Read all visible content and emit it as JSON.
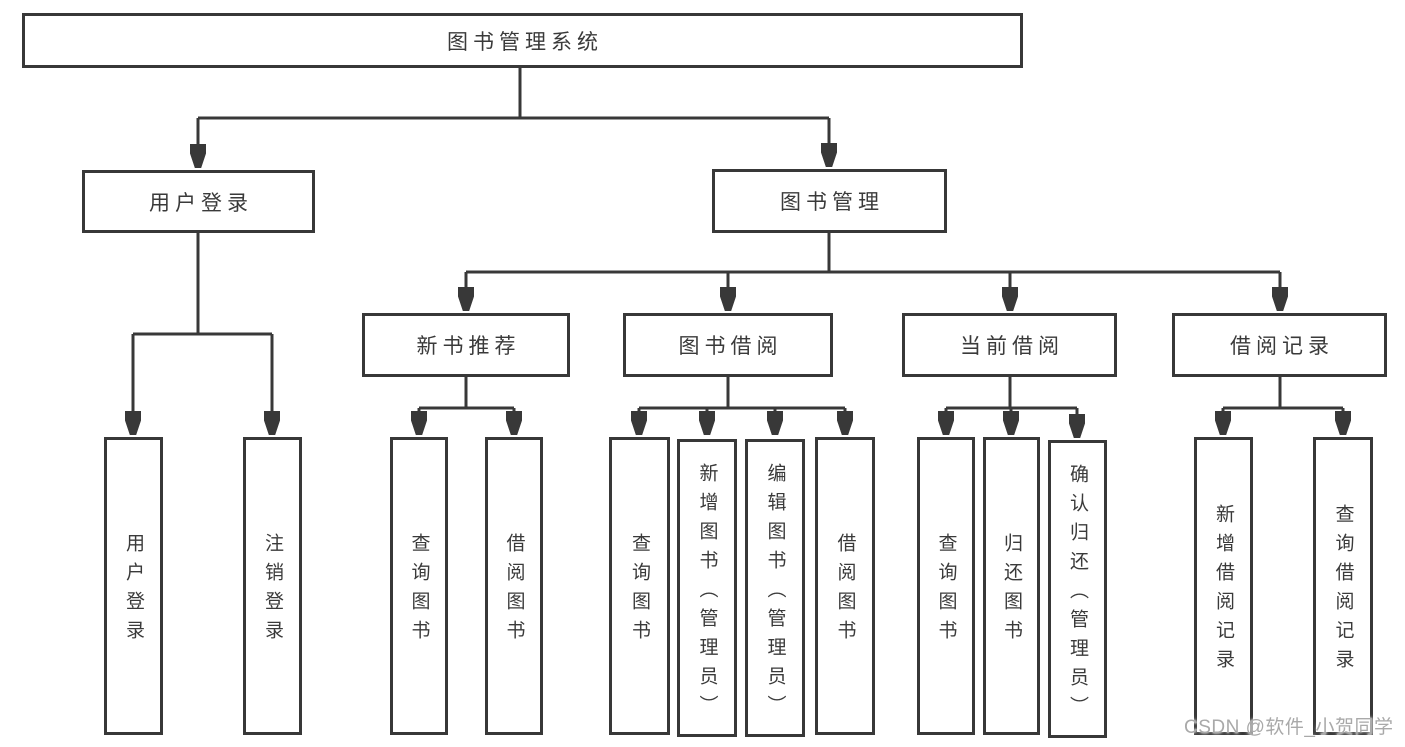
{
  "palette": {
    "background": "#ffffff",
    "line_color": "#383838",
    "box_border_color": "#383838",
    "box_fill_color": "#ffffff",
    "text_color": "#3a3a3a",
    "watermark_color": "#a9a9a9"
  },
  "diagram": {
    "root": "图书管理系统",
    "user_login": {
      "label": "用户登录",
      "children": [
        "用户登录",
        "注销登录"
      ]
    },
    "book_mgmt": {
      "label": "图书管理",
      "sections": [
        {
          "label": "新书推荐",
          "children": [
            "查询图书",
            "借阅图书"
          ]
        },
        {
          "label": "图书借阅",
          "children": [
            "查询图书",
            "新增图书（管理员）",
            "编辑图书（管理员）",
            "借阅图书"
          ]
        },
        {
          "label": "当前借阅",
          "children": [
            "查询图书",
            "归还图书",
            "确认归还（管理员）"
          ]
        },
        {
          "label": "借阅记录",
          "children": [
            "新增借阅记录",
            "查询借阅记录"
          ]
        }
      ]
    }
  },
  "watermark": {
    "text": "CSDN @软件_小贺同学"
  }
}
